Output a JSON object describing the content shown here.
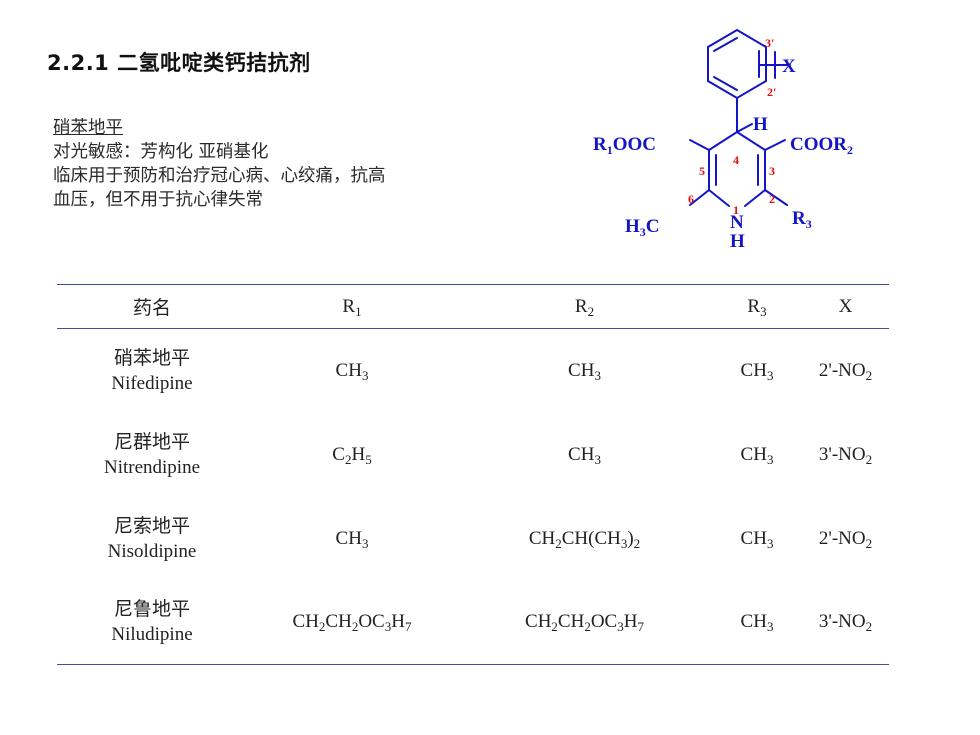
{
  "title": "2.2.1 二氢吡啶类钙拮抗剂",
  "intro": {
    "heading": "硝苯地平",
    "lines": [
      "对光敏感：芳构化  亚硝基化",
      "临床用于预防和治疗冠心病、心绞痛，抗高",
      "血压，但不用于抗心律失常"
    ]
  },
  "structure": {
    "labels": {
      "r1ooc": "R1OOC",
      "cooR2": "COOR2",
      "h3c": "H3C",
      "r3": "R3",
      "x": "X",
      "h4": "H",
      "n": "N",
      "nh": "H",
      "n1": "1",
      "n2": "2",
      "n3": "3",
      "n4": "4",
      "n5": "5",
      "n6": "6",
      "p2": "2'",
      "p3": "3'"
    }
  },
  "table": {
    "headers": {
      "name": "药名",
      "r1": "R1",
      "r2": "R2",
      "r3": "R3",
      "x": "X"
    },
    "rows": [
      {
        "cn": "硝苯地平",
        "en": "Nifedipine",
        "r1": "CH3",
        "r2": "CH3",
        "r3": "CH3",
        "x": "2'-NO2"
      },
      {
        "cn": "尼群地平",
        "en": "Nitrendipine",
        "r1": "C2H5",
        "r2": "CH3",
        "r3": "CH3",
        "x": "3'-NO2"
      },
      {
        "cn": "尼索地平",
        "en": "Nisoldipine",
        "r1": "CH3",
        "r2": "CH2CH(CH3)2",
        "r3": "CH3",
        "x": "2'-NO2"
      },
      {
        "cn": "尼鲁地平",
        "en": "Niludipine",
        "r1": "CH2CH2OC3H7",
        "r2": "CH2CH2OC3H7",
        "r3": "CH3",
        "x": "3'-NO2"
      }
    ]
  }
}
